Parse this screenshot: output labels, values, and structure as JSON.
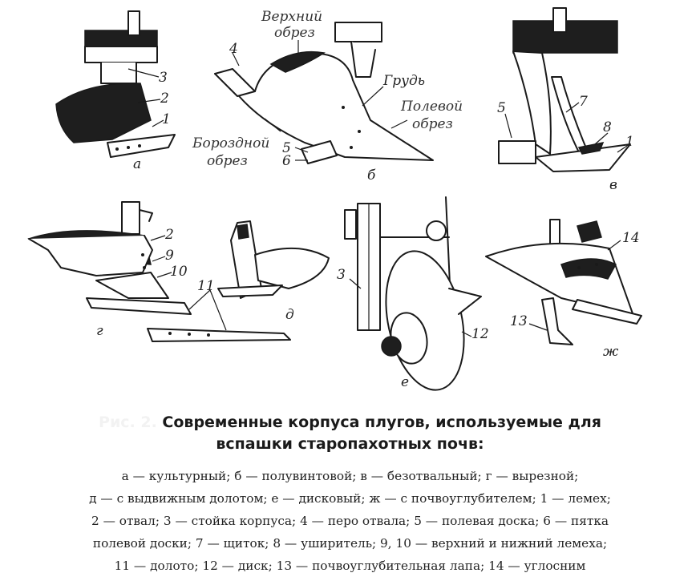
{
  "figure_number": "Рис. 2.",
  "labels": {
    "a": "а",
    "b": "б",
    "v": "в",
    "g": "г",
    "d": "д",
    "e": "е",
    "zh": "ж",
    "n1": "1",
    "n2": "2",
    "n3": "3",
    "n4": "4",
    "n5": "5",
    "n6": "6",
    "n7": "7",
    "n8": "8",
    "n9": "9",
    "n10": "10",
    "n11": "11",
    "n12": "12",
    "n13": "13",
    "n14": "14",
    "verhniy": "Верхний",
    "verhniy_obrez": "обрез",
    "grud": "Грудь",
    "polevoy": "Полевой",
    "polevoy_obrez": "обрез",
    "borozdnoy": "Бороздной",
    "borozdnoy_obrez": "обрез"
  },
  "caption": {
    "title": "Современные корпуса плугов, используемые для вспашки старопахотных почв:",
    "lines": [
      "а — культурный; б — полувинтовой; в — безотвальный; г — вырезной;",
      "д — с выдвижным долотом; е — дисковый; ж — с почвоуглубителем; 1 — лемех;",
      "2 — отвал; 3 — стойка корпуса; 4 — перо отвала; 5 — полевая доска; 6 — пятка",
      "полевой доски; 7 — щиток; 8 — уширитель; 9, 10 — верхний и нижний лемеха;",
      "11 — долото; 12 — диск; 13 — почвоуглубительная лапа; 14 — углосним"
    ]
  }
}
